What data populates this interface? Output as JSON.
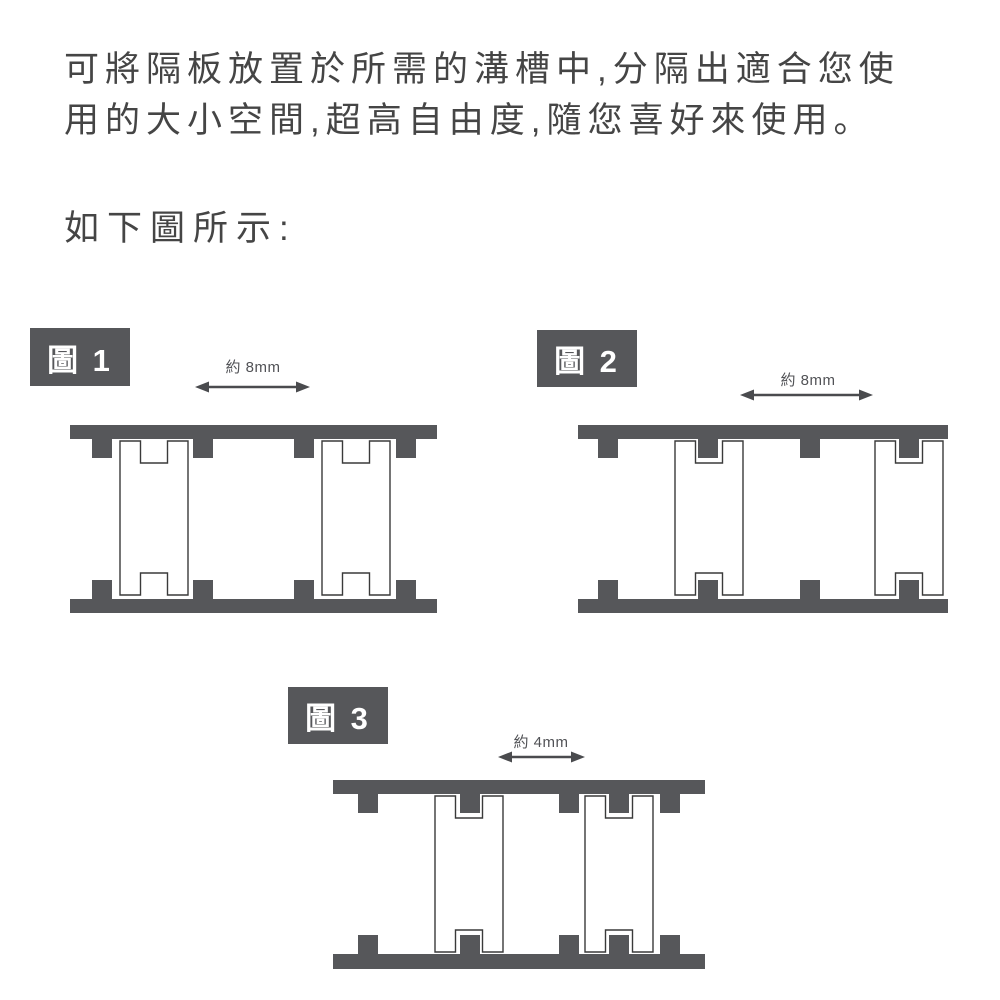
{
  "paragraph": {
    "lines": [
      "可將隔板放置於所需的溝槽中,分隔出適合您使",
      "用的大小空間,超高自由度,隨您喜好來使用。"
    ]
  },
  "caption": "如下圖所示:",
  "figures": [
    {
      "id": "figure-1",
      "label": "圖 1",
      "dimension": "約 8mm"
    },
    {
      "id": "figure-2",
      "label": "圖 2",
      "dimension": "約 8mm"
    },
    {
      "id": "figure-3",
      "label": "圖 3",
      "dimension": "約 4mm"
    }
  ],
  "colors": {
    "rail": "#56575a",
    "label-box-bg": "#56575a",
    "label-box-text": "#ffffff",
    "divider-outline": "#3a3a3a",
    "divider-fill": "#ffffff",
    "text": "#454545",
    "dim-text": "#515256",
    "arrow": "#4a4b4e",
    "background": "#ffffff"
  }
}
